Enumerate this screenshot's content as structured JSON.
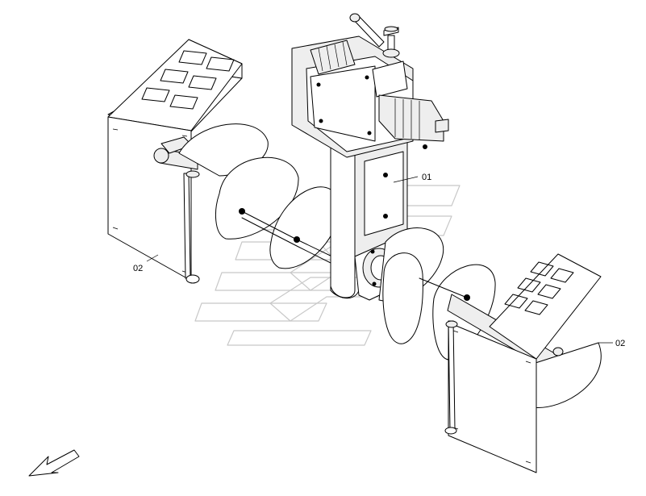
{
  "callouts": {
    "frame_label": "01",
    "left_guard_label": "02",
    "right_guard_label": "02"
  }
}
